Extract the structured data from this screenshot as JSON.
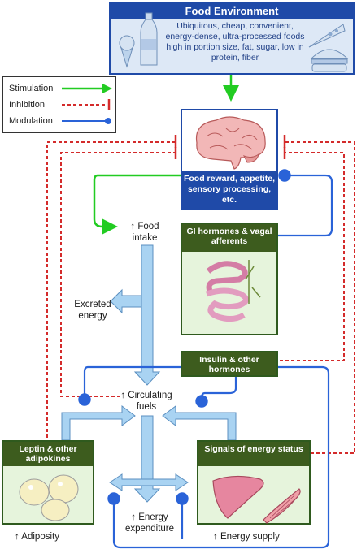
{
  "food_environment": {
    "title": "Food Environment",
    "description": "Ubiquitous, cheap, convenient, energy-dense, ultra-processed foods high in portion size, fat, sugar, low in protein, fiber"
  },
  "legend": {
    "items": [
      {
        "label": "Stimulation",
        "color": "#22cc22",
        "style": "arrow"
      },
      {
        "label": "Inhibition",
        "color": "#d42b2b",
        "style": "dashed-tee"
      },
      {
        "label": "Modulation",
        "color": "#2a63d8",
        "style": "circle-end"
      }
    ]
  },
  "brain_box": {
    "caption": "Food reward, appetite, sensory processing, etc."
  },
  "gi_box": {
    "title": "GI hormones & vagal afferents"
  },
  "insulin_box": {
    "title": "Insulin & other hormones"
  },
  "leptin_box": {
    "title": "Leptin & other adipokines"
  },
  "energy_status_box": {
    "title": "Signals of energy status"
  },
  "labels": {
    "food_intake": "↑ Food intake",
    "excreted_energy": "Excreted energy",
    "circulating_fuels": "↑ Circulating fuels",
    "energy_expenditure": "↑ Energy expenditure",
    "adiposity": "↑ Adiposity",
    "energy_supply": "↑ Energy supply"
  },
  "colors": {
    "stimulation": "#22cc22",
    "inhibition": "#d42b2b",
    "modulation": "#2a63d8",
    "flow_arrow": "#a9d3f2",
    "header_blue": "#1f4aa8",
    "header_green": "#3d5c1e"
  },
  "icons": [
    "ice-cream-icon",
    "soda-bottle-icon",
    "pizza-slice-icon",
    "burger-icon",
    "brain-icon",
    "intestine-icon",
    "fat-cells-icon",
    "liver-icon",
    "muscle-icon"
  ]
}
